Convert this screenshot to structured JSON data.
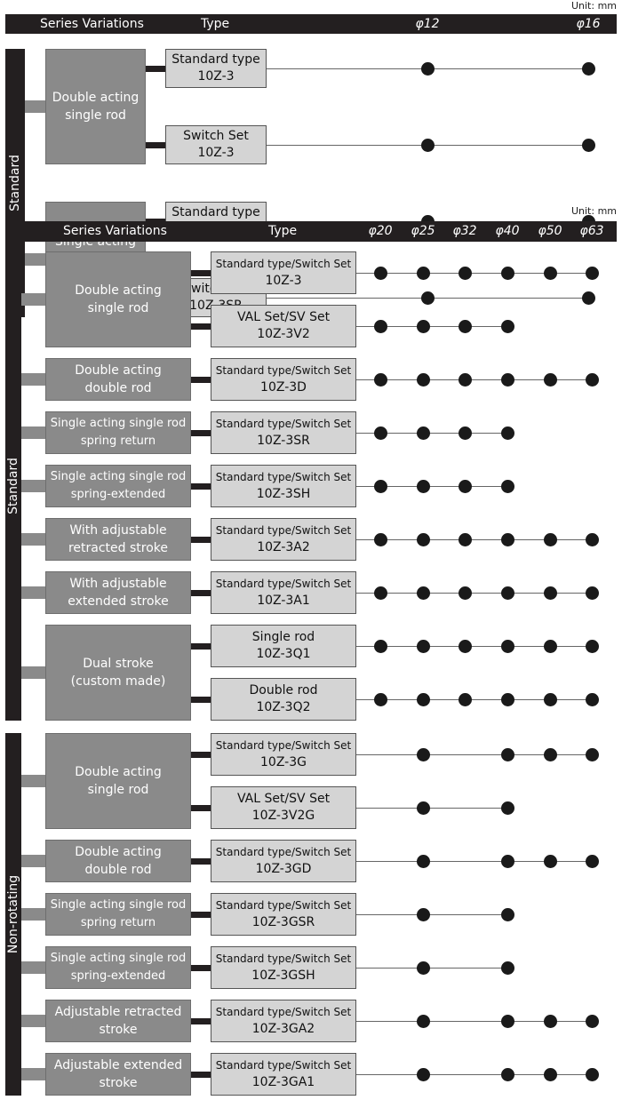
{
  "tables": [
    {
      "unit": "Unit: mm",
      "header": {
        "series": "Series Variations",
        "type": "Type",
        "diameters": [
          "φ12",
          "φ16"
        ]
      },
      "categories": [
        {
          "label": "Standard",
          "series": [
            {
              "label": "Double acting\nsingle rod",
              "types": [
                {
                  "line1": "Standard type",
                  "line2": "10Z-3",
                  "available": [
                    true,
                    true
                  ]
                },
                {
                  "line1": "Switch Set",
                  "line2": "10Z-3",
                  "available": [
                    true,
                    true
                  ]
                }
              ]
            },
            {
              "label": "Single acting\nspring return\nsingle rod",
              "types": [
                {
                  "line1": "Standard type",
                  "line2": "10Z-3SR",
                  "available": [
                    true,
                    true
                  ]
                },
                {
                  "line1": "Switch Set",
                  "line2": "10Z-3SR",
                  "available": [
                    true,
                    true
                  ]
                }
              ]
            }
          ]
        }
      ]
    },
    {
      "unit": "Unit: mm",
      "header": {
        "series": "Series Variations",
        "type": "Type",
        "diameters": [
          "φ20",
          "φ25",
          "φ32",
          "φ40",
          "φ50",
          "φ63"
        ]
      },
      "categories": [
        {
          "label": "Standard",
          "series": [
            {
              "label": "Double acting\nsingle rod",
              "types": [
                {
                  "line1": "Standard type/Switch Set",
                  "line2": "10Z-3",
                  "available": [
                    true,
                    true,
                    true,
                    true,
                    true,
                    true
                  ]
                },
                {
                  "line1": "VAL Set/SV Set",
                  "line2": "10Z-3V2",
                  "available": [
                    true,
                    true,
                    true,
                    true,
                    false,
                    false
                  ]
                }
              ]
            },
            {
              "label": "Double acting\ndouble rod",
              "types": [
                {
                  "line1": "Standard type/Switch Set",
                  "line2": "10Z-3D",
                  "available": [
                    true,
                    true,
                    true,
                    true,
                    true,
                    true
                  ]
                }
              ]
            },
            {
              "label": "Single acting single rod\nspring return",
              "small": true,
              "types": [
                {
                  "line1": "Standard type/Switch Set",
                  "line2": "10Z-3SR",
                  "available": [
                    true,
                    true,
                    true,
                    true,
                    false,
                    false
                  ]
                }
              ]
            },
            {
              "label": "Single acting single rod\nspring-extended",
              "small": true,
              "types": [
                {
                  "line1": "Standard type/Switch Set",
                  "line2": "10Z-3SH",
                  "available": [
                    true,
                    true,
                    true,
                    true,
                    false,
                    false
                  ]
                }
              ]
            },
            {
              "label": "With adjustable\nretracted stroke",
              "types": [
                {
                  "line1": "Standard type/Switch Set",
                  "line2": "10Z-3A2",
                  "available": [
                    true,
                    true,
                    true,
                    true,
                    true,
                    true
                  ]
                }
              ]
            },
            {
              "label": "With adjustable\nextended stroke",
              "types": [
                {
                  "line1": "Standard type/Switch Set",
                  "line2": "10Z-3A1",
                  "available": [
                    true,
                    true,
                    true,
                    true,
                    true,
                    true
                  ]
                }
              ]
            },
            {
              "label": "Dual stroke\n(custom made)",
              "types": [
                {
                  "line1": "Single rod",
                  "line2": "10Z-3Q1",
                  "available": [
                    true,
                    true,
                    true,
                    true,
                    true,
                    true
                  ]
                },
                {
                  "line1": "Double rod",
                  "line2": "10Z-3Q2",
                  "available": [
                    true,
                    true,
                    true,
                    true,
                    true,
                    true
                  ]
                }
              ]
            }
          ]
        },
        {
          "label": "Non-rotating",
          "series": [
            {
              "label": "Double acting\nsingle rod",
              "types": [
                {
                  "line1": "Standard type/Switch Set",
                  "line2": "10Z-3G",
                  "available": [
                    false,
                    true,
                    false,
                    true,
                    true,
                    true
                  ]
                },
                {
                  "line1": "VAL Set/SV Set",
                  "line2": "10Z-3V2G",
                  "available": [
                    false,
                    true,
                    false,
                    true,
                    false,
                    false
                  ]
                }
              ]
            },
            {
              "label": "Double acting\ndouble rod",
              "types": [
                {
                  "line1": "Standard type/Switch Set",
                  "line2": "10Z-3GD",
                  "available": [
                    false,
                    true,
                    false,
                    true,
                    true,
                    true
                  ]
                }
              ]
            },
            {
              "label": "Single acting single rod\nspring return",
              "small": true,
              "types": [
                {
                  "line1": "Standard type/Switch Set",
                  "line2": "10Z-3GSR",
                  "available": [
                    false,
                    true,
                    false,
                    true,
                    false,
                    false
                  ]
                }
              ]
            },
            {
              "label": "Single acting single rod\nspring-extended",
              "small": true,
              "types": [
                {
                  "line1": "Standard type/Switch Set",
                  "line2": "10Z-3GSH",
                  "available": [
                    false,
                    true,
                    false,
                    true,
                    false,
                    false
                  ]
                }
              ]
            },
            {
              "label": "Adjustable retracted\nstroke",
              "types": [
                {
                  "line1": "Standard type/Switch Set",
                  "line2": "10Z-3GA2",
                  "available": [
                    false,
                    true,
                    false,
                    true,
                    true,
                    true
                  ]
                }
              ]
            },
            {
              "label": "Adjustable extended\nstroke",
              "types": [
                {
                  "line1": "Standard type/Switch Set",
                  "line2": "10Z-3GA1",
                  "available": [
                    false,
                    true,
                    false,
                    true,
                    true,
                    true
                  ]
                }
              ]
            }
          ]
        }
      ]
    }
  ]
}
